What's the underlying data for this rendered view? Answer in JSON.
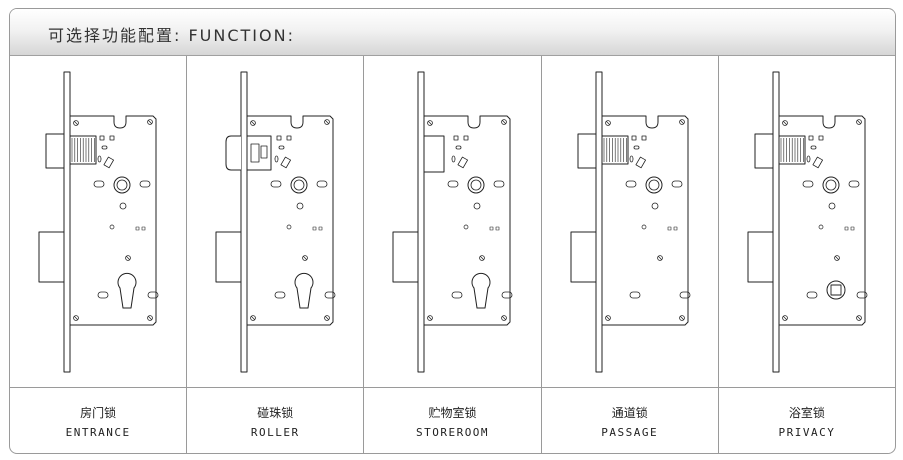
{
  "header": {
    "title": "可选择功能配置: FUNCTION:"
  },
  "functions": [
    {
      "name_cn": "房门锁",
      "name_en": "ENTRANCE",
      "latch": "spring",
      "cylinder": "euro"
    },
    {
      "name_cn": "碰珠锁",
      "name_en": "ROLLER",
      "latch": "roller",
      "cylinder": "euro"
    },
    {
      "name_cn": "贮物室锁",
      "name_en": "STOREROOM",
      "latch": "dead",
      "cylinder": "euro"
    },
    {
      "name_cn": "通道锁",
      "name_en": "PASSAGE",
      "latch": "spring",
      "cylinder": "none"
    },
    {
      "name_cn": "浴室锁",
      "name_en": "PRIVACY",
      "latch": "spring",
      "cylinder": "thumbturn"
    }
  ]
}
